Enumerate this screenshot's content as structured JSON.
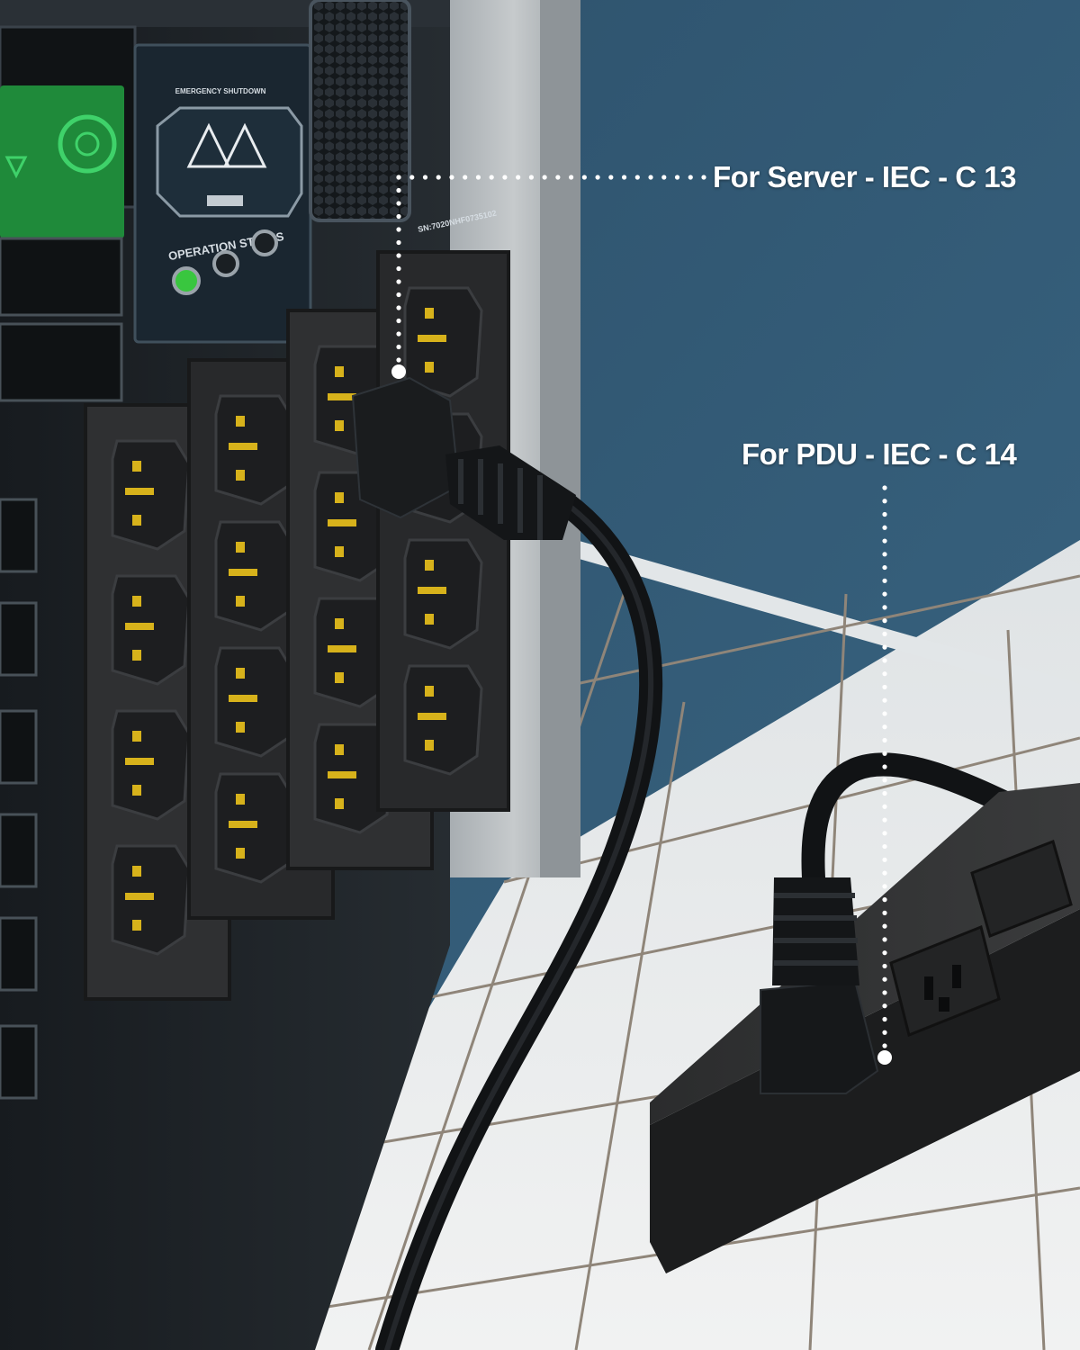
{
  "callouts": {
    "server": "For Server - IEC - C 13",
    "pdu": "For PDU - IEC - C 14"
  },
  "server_panel": {
    "emergency_label": "EMERGENCY SHUTDOWN",
    "status_label": "OPERATION STATUS",
    "serial_text": "SN:7020NHF0735102"
  },
  "colors": {
    "wall": "#2f5570",
    "floor_tile": "#eceeee",
    "server_body": "#1d2227",
    "connector_pin": "#d7b21b",
    "status_led": "#39c63f",
    "display_green": "#1f8a3a",
    "callout_text": "#ffffff"
  }
}
